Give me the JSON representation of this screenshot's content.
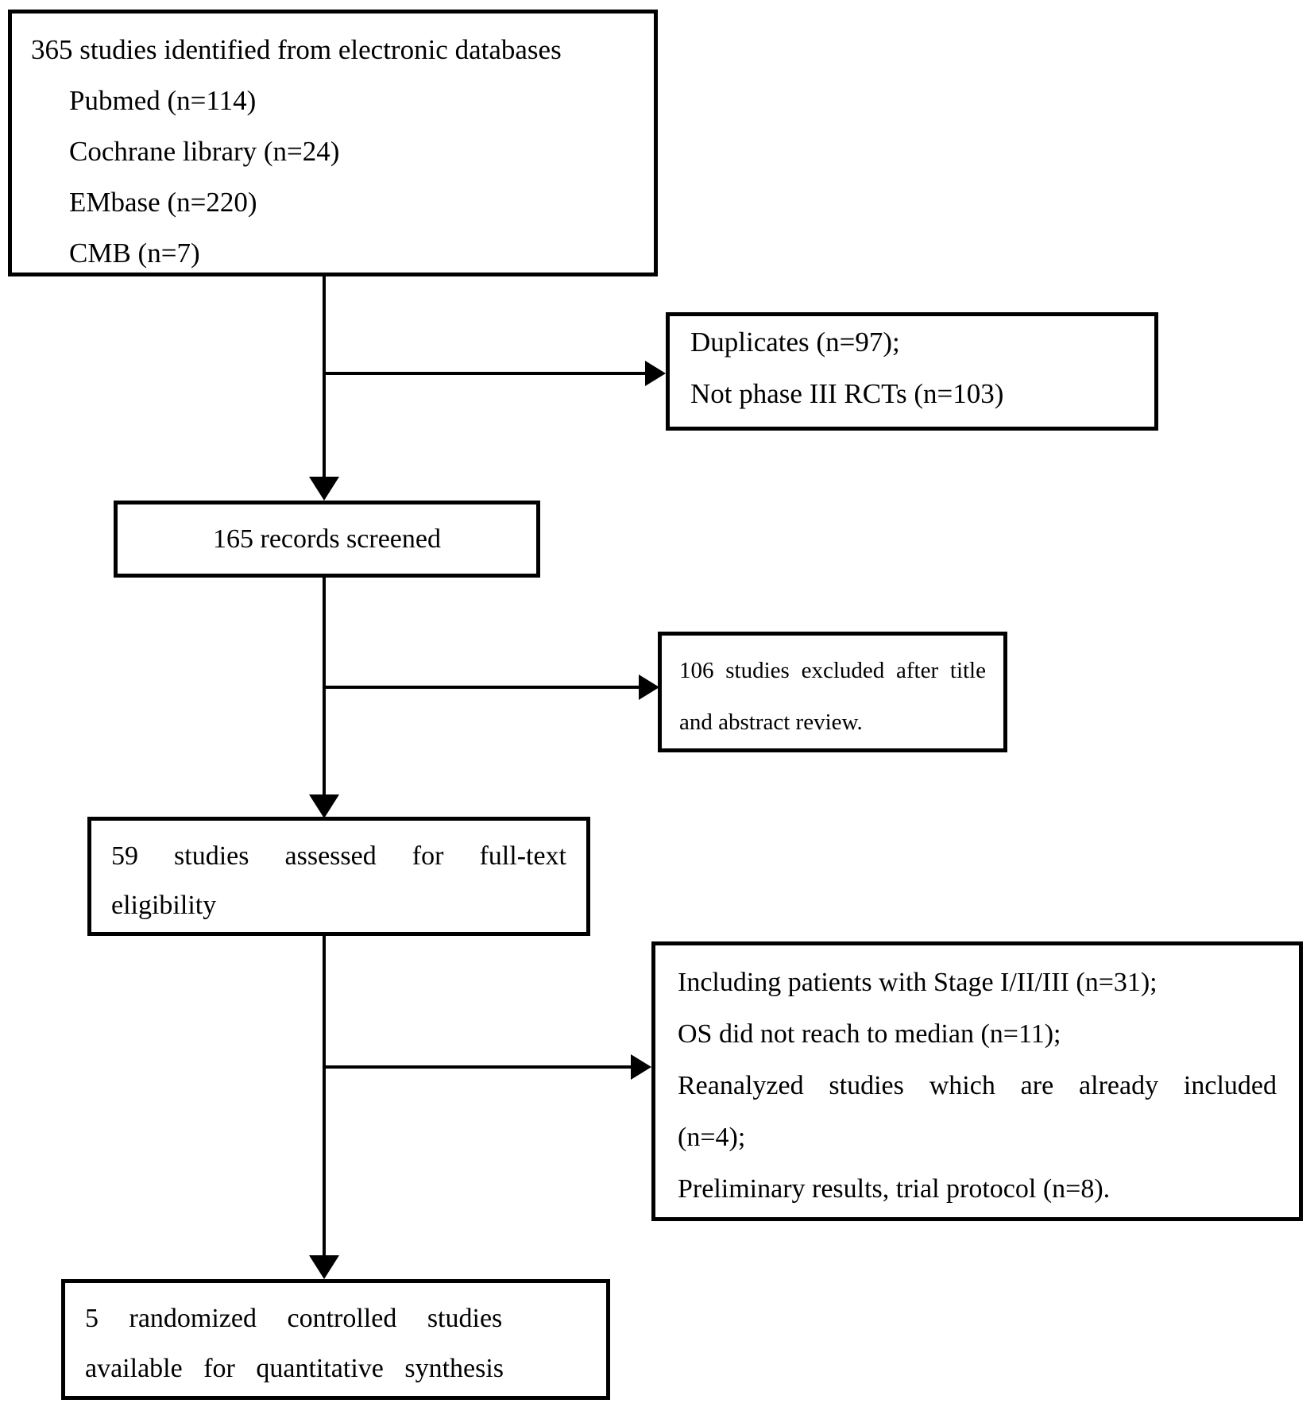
{
  "diagram": {
    "background_color": "#ffffff",
    "line_color": "#000000",
    "boxes": {
      "identification": {
        "title": "365 studies identified from electronic databases",
        "items": [
          "Pubmed (n=114)",
          "Cochrane library (n=24)",
          "EMbase (n=220)",
          "CMB (n=7)"
        ]
      },
      "excluded_duplicates": {
        "lines": [
          "Duplicates (n=97);",
          "Not phase III RCTs (n=103)"
        ]
      },
      "screened": {
        "text": "165 records screened"
      },
      "excluded_title_abstract": {
        "lines": [
          "106 studies excluded after title",
          "and abstract review."
        ]
      },
      "fulltext_eligibility": {
        "lines": [
          "59 studies assessed for full-text",
          "eligibility"
        ]
      },
      "excluded_fulltext": {
        "lines": [
          "Including patients with Stage I/II/III (n=31);",
          "OS did not reach to median (n=11);",
          "Reanalyzed studies which are already included",
          "(n=4);",
          "Preliminary results, trial protocol (n=8)."
        ]
      },
      "final": {
        "lines": [
          "5 randomized controlled studies",
          "available for quantitative synthesis"
        ]
      }
    }
  }
}
